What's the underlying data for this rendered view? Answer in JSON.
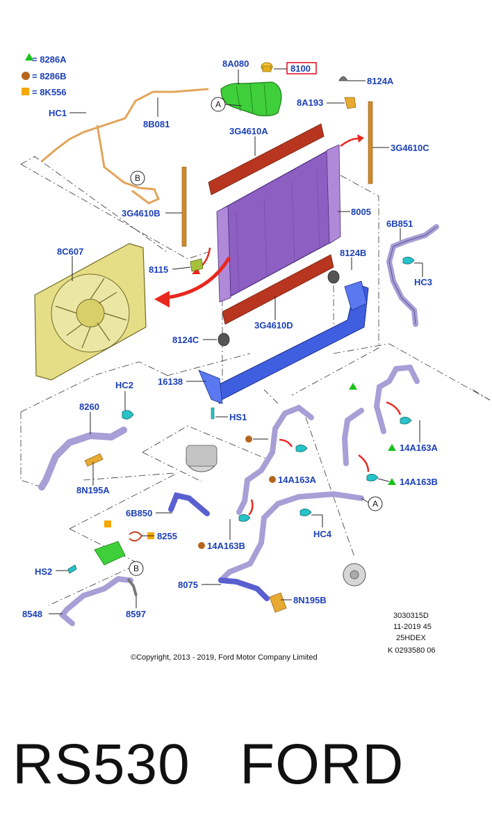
{
  "legend": [
    {
      "symbol": "triangle",
      "color": "#19c21b",
      "text": "= 8286A"
    },
    {
      "symbol": "circle",
      "color": "#b5651d",
      "text": "= 8286B"
    },
    {
      "symbol": "square",
      "color": "#f5a800",
      "text": "= 8K556"
    }
  ],
  "labels": {
    "8A080": "8A080",
    "8100": "8100",
    "8124A": "8124A",
    "8A193": "8A193",
    "HC1": "HC1",
    "8B081": "8B081",
    "3G4610A": "3G4610A",
    "3G4610C": "3G4610C",
    "3G4610B": "3G4610B",
    "8005": "8005",
    "6B851": "6B851",
    "8C607": "8C607",
    "8115": "8115",
    "8124B": "8124B",
    "HC3": "HC3",
    "3G4610D": "3G4610D",
    "8124C": "8124C",
    "16138": "16138",
    "HC2": "HC2",
    "HS1": "HS1",
    "14A163A_r": "14A163A",
    "14A163B_r": "14A163B",
    "8260": "8260",
    "14A163A_m": "14A163A",
    "8N195A": "8N195A",
    "6B850": "6B850",
    "8255": "8255",
    "14A163B_m": "14A163B",
    "HC4": "HC4",
    "HS2": "HS2",
    "8075": "8075",
    "8N195B": "8N195B",
    "8548": "8548",
    "8597": "8597"
  },
  "callouts": {
    "A": "A",
    "B": "B"
  },
  "meta_block": [
    "3030315D",
    "11-2019 45",
    "25HDEX",
    "K 0293580 06"
  ],
  "copyright": "©Copyright, 2013 - 2019, Ford Motor Company Limited",
  "footer_text": "RS530   FORD",
  "colors": {
    "label": "#1b3fb6",
    "radiator": "#8e5fc2",
    "seal": "#b8361f",
    "hose": "#a79fd6",
    "fan_shroud": "#e6de86",
    "bracket": "#3f5fe0",
    "tank": "#3fcf3a",
    "clip": "#27c3c8",
    "arrow": "#e8281e",
    "highlight_box": "#e0192b"
  }
}
